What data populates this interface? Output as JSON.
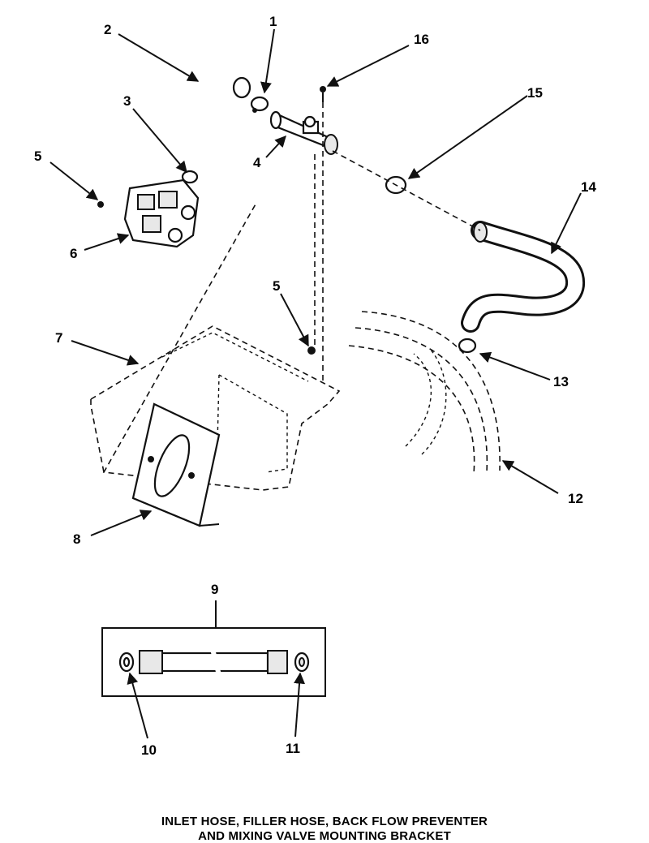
{
  "callouts": [
    "1",
    "2",
    "3",
    "4",
    "5",
    "5",
    "6",
    "7",
    "8",
    "9",
    "10",
    "11",
    "12",
    "13",
    "14",
    "15",
    "16"
  ],
  "caption": {
    "line1": "INLET HOSE, FILLER HOSE, BACK FLOW PREVENTER",
    "line2": "AND MIXING VALVE MOUNTING BRACKET"
  },
  "colors": {
    "ink": "#111111",
    "paper": "#ffffff"
  }
}
